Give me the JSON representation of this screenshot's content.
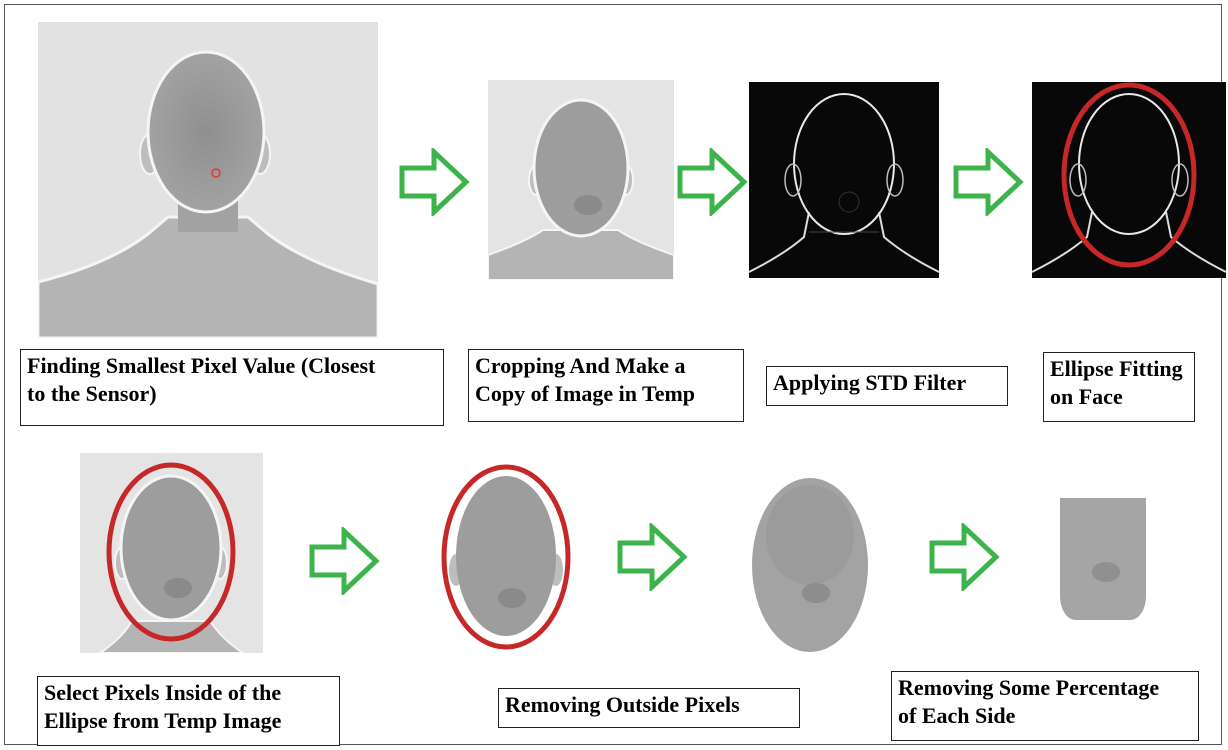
{
  "steps": {
    "find_min": {
      "line1": "Finding Smallest Pixel Value (Closest",
      "line2": "to the Sensor)"
    },
    "crop": {
      "line1": "Cropping And Make a",
      "line2": "Copy of Image in Temp"
    },
    "std": {
      "line1": "Applying STD Filter"
    },
    "ellipse": {
      "line1": "Ellipse Fitting",
      "line2": "on Face"
    },
    "select": {
      "line1": "Select Pixels Inside of the",
      "line2": "Ellipse from Temp Image"
    },
    "remove_outside": {
      "line1": "Removing Outside Pixels"
    },
    "remove_sides": {
      "line1": "Removing Some Percentage",
      "line2": "of Each Side"
    }
  },
  "colors": {
    "arrow_stroke": "#3cb44b",
    "ellipse_stroke": "#c62828",
    "depth_gray": "#9e9e9e",
    "background_gray": "#e6e6e6",
    "edge_white": "#f2f2f2"
  }
}
